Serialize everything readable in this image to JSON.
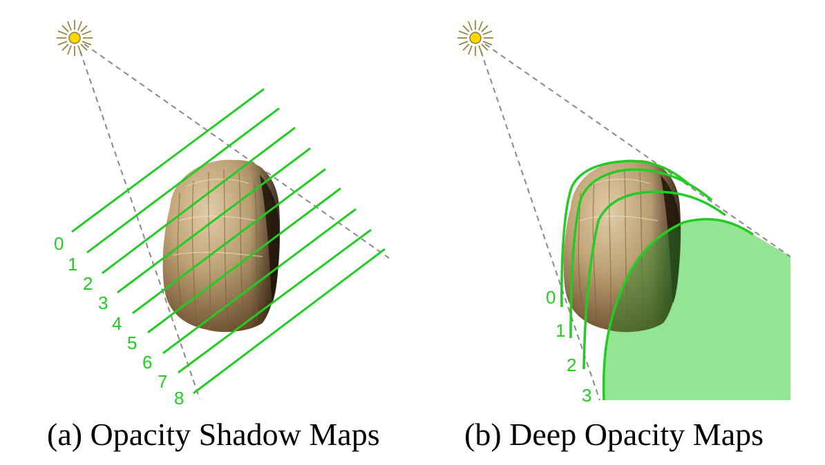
{
  "panels": [
    {
      "caption": "(a) Opacity Shadow Maps",
      "layer_labels": [
        "0",
        "1",
        "2",
        "3",
        "4",
        "5",
        "6",
        "7",
        "8"
      ]
    },
    {
      "caption": "(b) Deep Opacity Maps",
      "layer_labels": [
        "0",
        "1",
        "2",
        "3"
      ]
    }
  ],
  "icons": {
    "light": "sun-icon",
    "hair": "hair-volume-icon"
  },
  "colors": {
    "layer_line": "#22cc22",
    "layer_fill": "#93e493",
    "light_frustum": "#888888",
    "sun_core": "#ffd600",
    "sun_rays": "#8a7a2a",
    "hair_light": "#c4a77a",
    "hair_dark": "#6b4d2c"
  }
}
